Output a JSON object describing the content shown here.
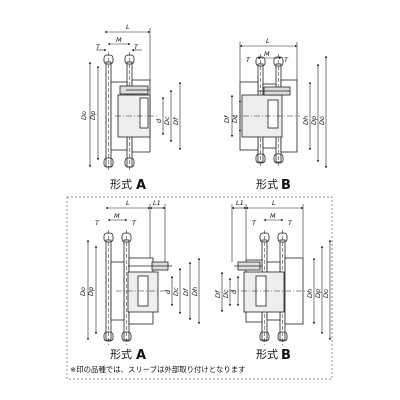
{
  "dimension_labels": {
    "L": "L",
    "M": "M",
    "T": "T",
    "L1": "L1",
    "Do": "Do",
    "Dp": "Dp",
    "Df": "Df",
    "Dc": "Dc",
    "Dh": "Dh",
    "d": "d"
  },
  "captions": {
    "top_left_prefix": "形式",
    "top_left_letter": "A",
    "top_right_prefix": "形式",
    "top_right_letter": "B",
    "bottom_left_prefix": "形式",
    "bottom_left_letter": "A",
    "bottom_right_prefix": "形式",
    "bottom_right_letter": "B"
  },
  "footnote": "※印の品種では、スリーブは外部取り付けとなります"
}
